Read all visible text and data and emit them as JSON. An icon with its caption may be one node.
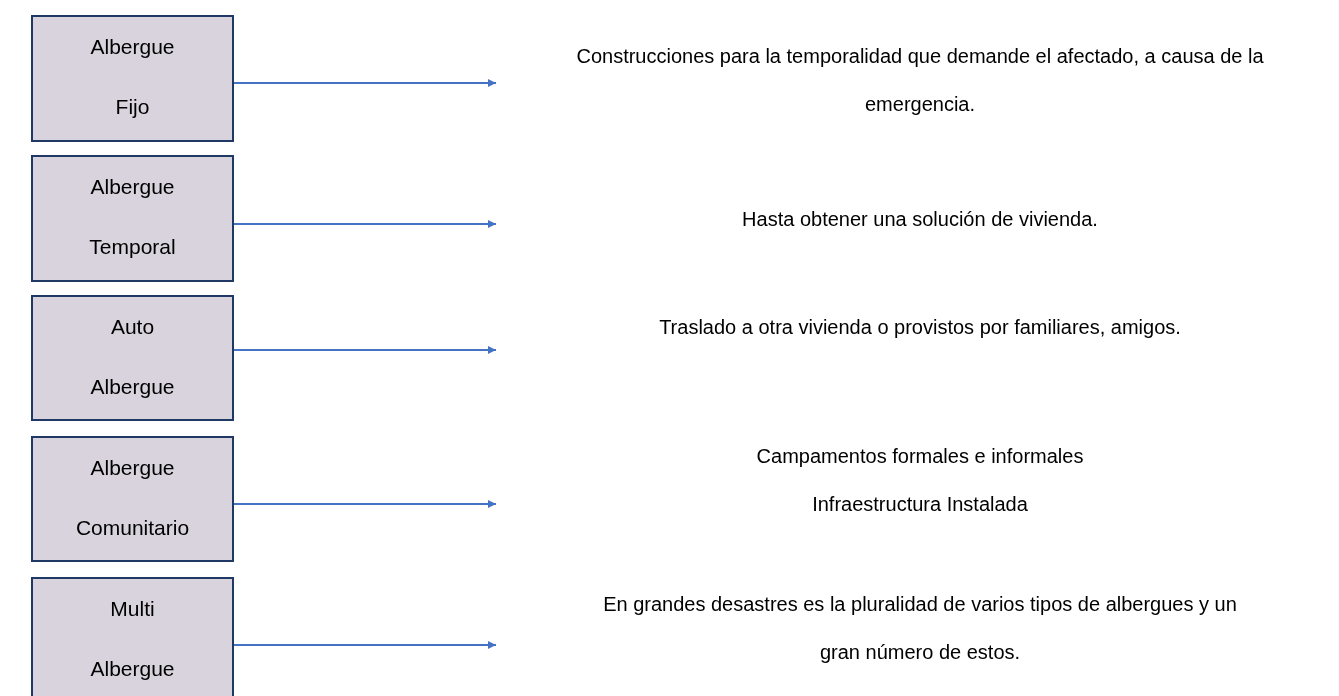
{
  "diagram": {
    "nodes": [
      {
        "text": [
          "Albergue Fijo"
        ]
      },
      {
        "text": [
          "Albergue Temporal"
        ]
      },
      {
        "text": [
          "Auto Albergue"
        ]
      },
      {
        "text": [
          "Albergue Comunitario"
        ]
      },
      {
        "text": [
          "Multi Albergue"
        ]
      }
    ],
    "edges": [
      {
        "from": 0,
        "to": null,
        "arrow": "to"
      },
      {
        "from": 1,
        "to": null,
        "arrow": "to"
      },
      {
        "from": 2,
        "to": null,
        "arrow": "to"
      },
      {
        "from": 3,
        "to": null,
        "arrow": "to"
      },
      {
        "from": 4,
        "to": null,
        "arrow": "to"
      }
    ],
    "labels": [
      "Construcciones para la temporalidad que demande el afectado, a causa de la emergencia.",
      "Hasta obtener una solución de vivienda.",
      "Traslado a otra vivienda o provistos por familiares, amigos.",
      "Campamentos formales e informales",
      "Infraestructura Instalada",
      "En grandes desastres es la pluralidad de varios tipos de albergues y un gran número de estos."
    ]
  }
}
